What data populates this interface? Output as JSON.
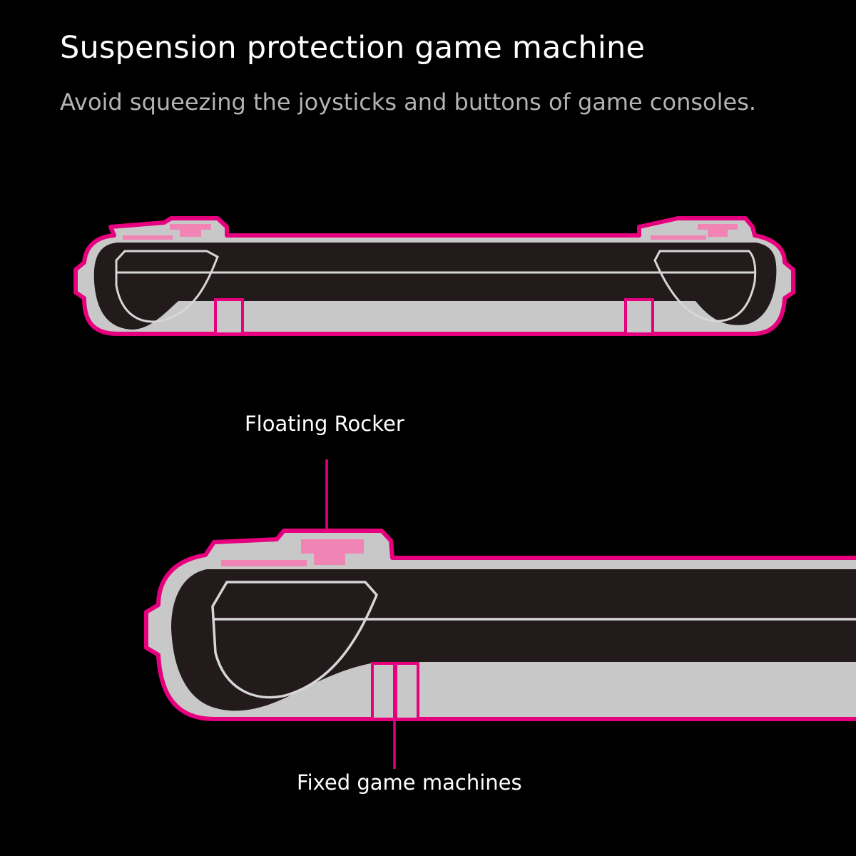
{
  "header": {
    "title": "Suspension protection game machine",
    "subtitle": "Avoid squeezing the joysticks and buttons of game consoles."
  },
  "callouts": {
    "rocker": "Floating Rocker",
    "fixed": "Fixed game machines"
  },
  "colors": {
    "background": "#000000",
    "case_outline": "#e6007e",
    "case_fill": "#c9c8c8",
    "console_body": "#231b1b",
    "button_pink": "#f084b4",
    "stroke_light": "#d6d6d6",
    "leader_line": "#e6007e"
  }
}
